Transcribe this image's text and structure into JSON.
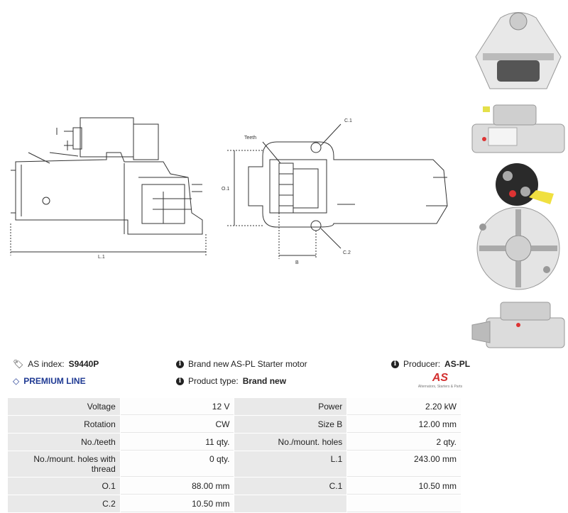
{
  "drawing": {
    "label_L1": "L.1",
    "label_O1": "O.1",
    "label_C1": "C.1",
    "label_C2": "C.2",
    "label_teeth": "Teeth",
    "label_B": "B"
  },
  "info": {
    "as_index_label": "AS index:",
    "as_index_value": "S9440P",
    "premium_line": "PREMIUM LINE",
    "description": "Brand new AS-PL Starter motor",
    "product_type_label": "Product type:",
    "product_type_value": "Brand new",
    "producer_label": "Producer:",
    "producer_value": "AS-PL",
    "logo_mark": "AS",
    "logo_tagline": "Alternators, Starters & Parts"
  },
  "specs": [
    {
      "l1": "Voltage",
      "v1": "12 V",
      "l2": "Power",
      "v2": "2.20 kW"
    },
    {
      "l1": "Rotation",
      "v1": "CW",
      "l2": "Size B",
      "v2": "12.00 mm"
    },
    {
      "l1": "No./teeth",
      "v1": "11 qty.",
      "l2": "No./mount. holes",
      "v2": "2 qty."
    },
    {
      "l1": "No./mount. holes with thread",
      "v1": "0 qty.",
      "l2": "L.1",
      "v2": "243.00 mm"
    },
    {
      "l1": "O.1",
      "v1": "88.00 mm",
      "l2": "C.1",
      "v2": "10.50 mm"
    },
    {
      "l1": "C.2",
      "v1": "10.50 mm",
      "l2": "",
      "v2": ""
    }
  ]
}
